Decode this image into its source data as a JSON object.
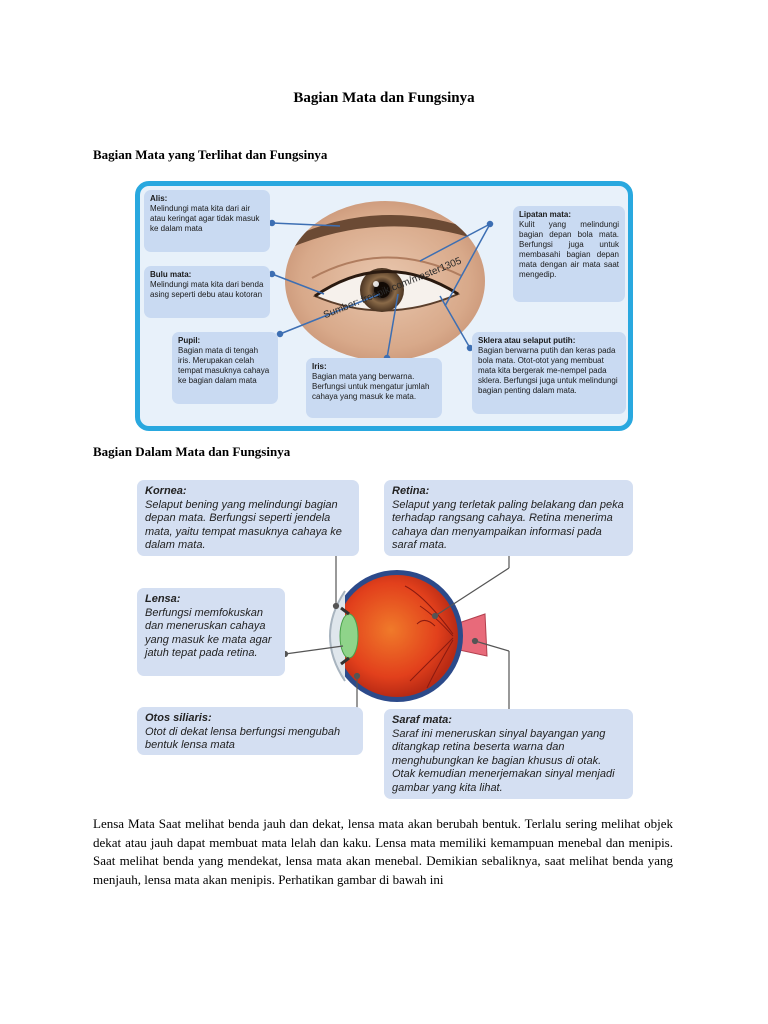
{
  "page_title": "Bagian Mata dan Fungsinya",
  "section1": {
    "heading": "Bagian Mata yang Terlihat dan Fungsinya",
    "watermark": "Sumber: freepik.com/master1305",
    "callouts": {
      "alis": {
        "title": "Alis:",
        "body": "Melindungi mata kita dari air atau keringat agar tidak masuk ke dalam mata"
      },
      "bulu_mata": {
        "title": "Bulu mata:",
        "body": "Melindungi mata kita dari benda asing seperti debu atau kotoran"
      },
      "pupil": {
        "title": "Pupil:",
        "body": "Bagian mata di tengah iris. Merupakan celah tempat masuknya cahaya ke bagian dalam mata"
      },
      "iris": {
        "title": "Iris:",
        "body": "Bagian mata yang berwarna. Berfungsi untuk mengatur jumlah cahaya yang masuk ke mata."
      },
      "lipatan_mata": {
        "title": "Lipatan mata:",
        "body": "Kulit yang melindungi bagian depan bola mata. Berfungsi juga untuk membasahi bagian depan mata dengan air mata saat mengedip."
      },
      "sklera": {
        "title": "Sklera atau selaput putih:",
        "body": "Bagian berwarna putih dan keras pada bola mata. Otot-otot yang membuat mata kita bergerak me-nempel pada sklera. Berfungsi juga untuk melindungi bagian penting dalam mata."
      }
    }
  },
  "section2": {
    "heading": "Bagian Dalam Mata dan Fungsinya",
    "callouts": {
      "kornea": {
        "title": "Kornea:",
        "body": "Selaput bening yang melindungi bagian depan mata. Berfungsi seperti jendela mata, yaitu tempat masuknya cahaya ke dalam mata."
      },
      "retina": {
        "title": "Retina:",
        "body": "Selaput yang terletak paling belakang dan peka terhadap rangsang cahaya. Retina menerima cahaya dan menyampaikan informasi pada saraf mata."
      },
      "lensa": {
        "title": "Lensa:",
        "body": "Berfungsi memfokuskan dan meneruskan cahaya yang masuk ke mata agar jatuh tepat pada retina."
      },
      "otot_siliaris": {
        "title": "Otos siliaris:",
        "body": "Otot di dekat lensa berfungsi mengubah bentuk lensa mata"
      },
      "saraf_mata": {
        "title": "Saraf mata:",
        "body": "Saraf ini meneruskan sinyal bayangan yang ditangkap retina beserta warna dan menghubungkan ke bagian khusus di otak. Otak kemudian menerjemakan sinyal menjadi gambar yang kita lihat."
      }
    }
  },
  "paragraph": "Lensa Mata Saat melihat benda jauh dan dekat, lensa mata akan berubah bentuk. Terlalu sering melihat objek dekat atau jauh dapat membuat mata lelah dan kaku. Lensa mata memiliki kemampuan menebal dan menipis. Saat melihat benda yang mendekat, lensa mata akan menebal. Demikian sebaliknya, saat melihat benda yang menjauh, lensa mata akan menipis. Perhatikan gambar di bawah ini",
  "colors": {
    "frame_border": "#29a8df",
    "callout_fill": "#c9daf2",
    "callout_fill_2": "#d4dff2",
    "eyeball_red": "#e2401c",
    "iris_brown": "#7a5a3a"
  }
}
